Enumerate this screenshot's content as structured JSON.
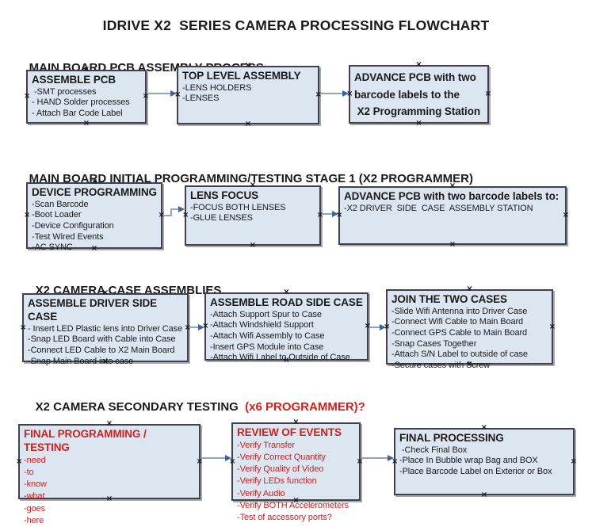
{
  "title": "IDRIVE X2  SERIES CAMERA PROCESSING FLOWCHART",
  "colors": {
    "box_fill": "#dce6f1",
    "box_border": "#41414e",
    "arrow_line": "#8fa3c2",
    "arrow_head": "#41639c",
    "red_text": "#cf2020",
    "black_text": "#1a1a1a",
    "background": "#ffffff"
  },
  "sections": [
    {
      "heading": "MAIN BOARD PCB ASSEMBLY PROCESS",
      "heading_suffix_red": "",
      "boxes": [
        {
          "title": "ASSEMBLE PCB",
          "items": [
            " -SMT processes",
            "- HAND Solder processes",
            "- Attach Bar Code Label"
          ]
        },
        {
          "title": "TOP LEVEL ASSEMBLY",
          "items": [
            "-LENS HOLDERS",
            "-LENSES"
          ]
        },
        {
          "title": "ADVANCE PCB with two\nbarcode labels to the\n X2 Programming Station",
          "items": []
        }
      ]
    },
    {
      "heading": "MAIN BOARD INITIAL PROGRAMMING/TESTING STAGE 1 (X2 PROGRAMMER)",
      "heading_suffix_red": "",
      "boxes": [
        {
          "title": "DEVICE PROGRAMMING",
          "items": [
            "-Scan Barcode",
            "-Boot Loader",
            "-Device Configuration",
            "-Test Wired Events",
            "-AC SYNC"
          ]
        },
        {
          "title": "LENS FOCUS",
          "items": [
            "-FOCUS BOTH LENSES",
            "-GLUE LENSES"
          ]
        },
        {
          "title": "ADVANCE PCB with two barcode labels to:",
          "items": [
            "-X2 DRIVER  SIDE  CASE  ASSEMBLY STATION"
          ]
        }
      ]
    },
    {
      "heading": "X2 CAMERA CASE ASSEMBLIES",
      "heading_suffix_red": "",
      "boxes": [
        {
          "title": "ASSEMBLE DRIVER SIDE CASE",
          "items": [
            "- Insert LED Plastic lens into Driver Case",
            "-Snap LED Board with Cable into Case",
            "-Connect LED Cable to X2 Main Board",
            "-Snap Main Board into case"
          ]
        },
        {
          "title": "ASSEMBLE ROAD SIDE CASE",
          "items": [
            "-Attach Support Spur to Case",
            "-Attach Windshield Support",
            "-Attach Wifi Assembly to Case",
            "-Insert GPS Module into Case",
            "-Attach Wifi Label to Outside of Case"
          ]
        },
        {
          "title": "JOIN THE TWO CASES",
          "items": [
            "-Slide Wifi Antenna into Driver Case",
            "-Connect Wifi Cable to Main Board",
            "-Connect GPS Cable to Main Board",
            "-Snap Cases Together",
            "-Attach S/N Label to outside of case",
            "-Secure cases with Screw"
          ]
        }
      ]
    },
    {
      "heading": "X2 CAMERA SECONDARY TESTING  ",
      "heading_suffix_red": "(x6 PROGRAMMER)?",
      "boxes": [
        {
          "title": "FINAL PROGRAMMING / TESTING",
          "items": [
            "-need",
            "-to",
            "-know",
            "-what",
            "-goes",
            "-here"
          ]
        },
        {
          "title": "REVIEW OF EVENTS",
          "items": [
            "-Verify Transfer",
            "-Verify Correct Quantity",
            "-Verify Quality of Video",
            "-Verify LEDs function",
            "-Verify Audio",
            "-Verify BOTH Accelerometers",
            "-Test of accessory ports?"
          ]
        },
        {
          "title": "FINAL PROCESSING",
          "items": [
            " -Check Final Box",
            "-Place In Bubble wrap Bag and BOX",
            "-Place Barcode Label on Exterior or Box"
          ]
        }
      ]
    }
  ]
}
